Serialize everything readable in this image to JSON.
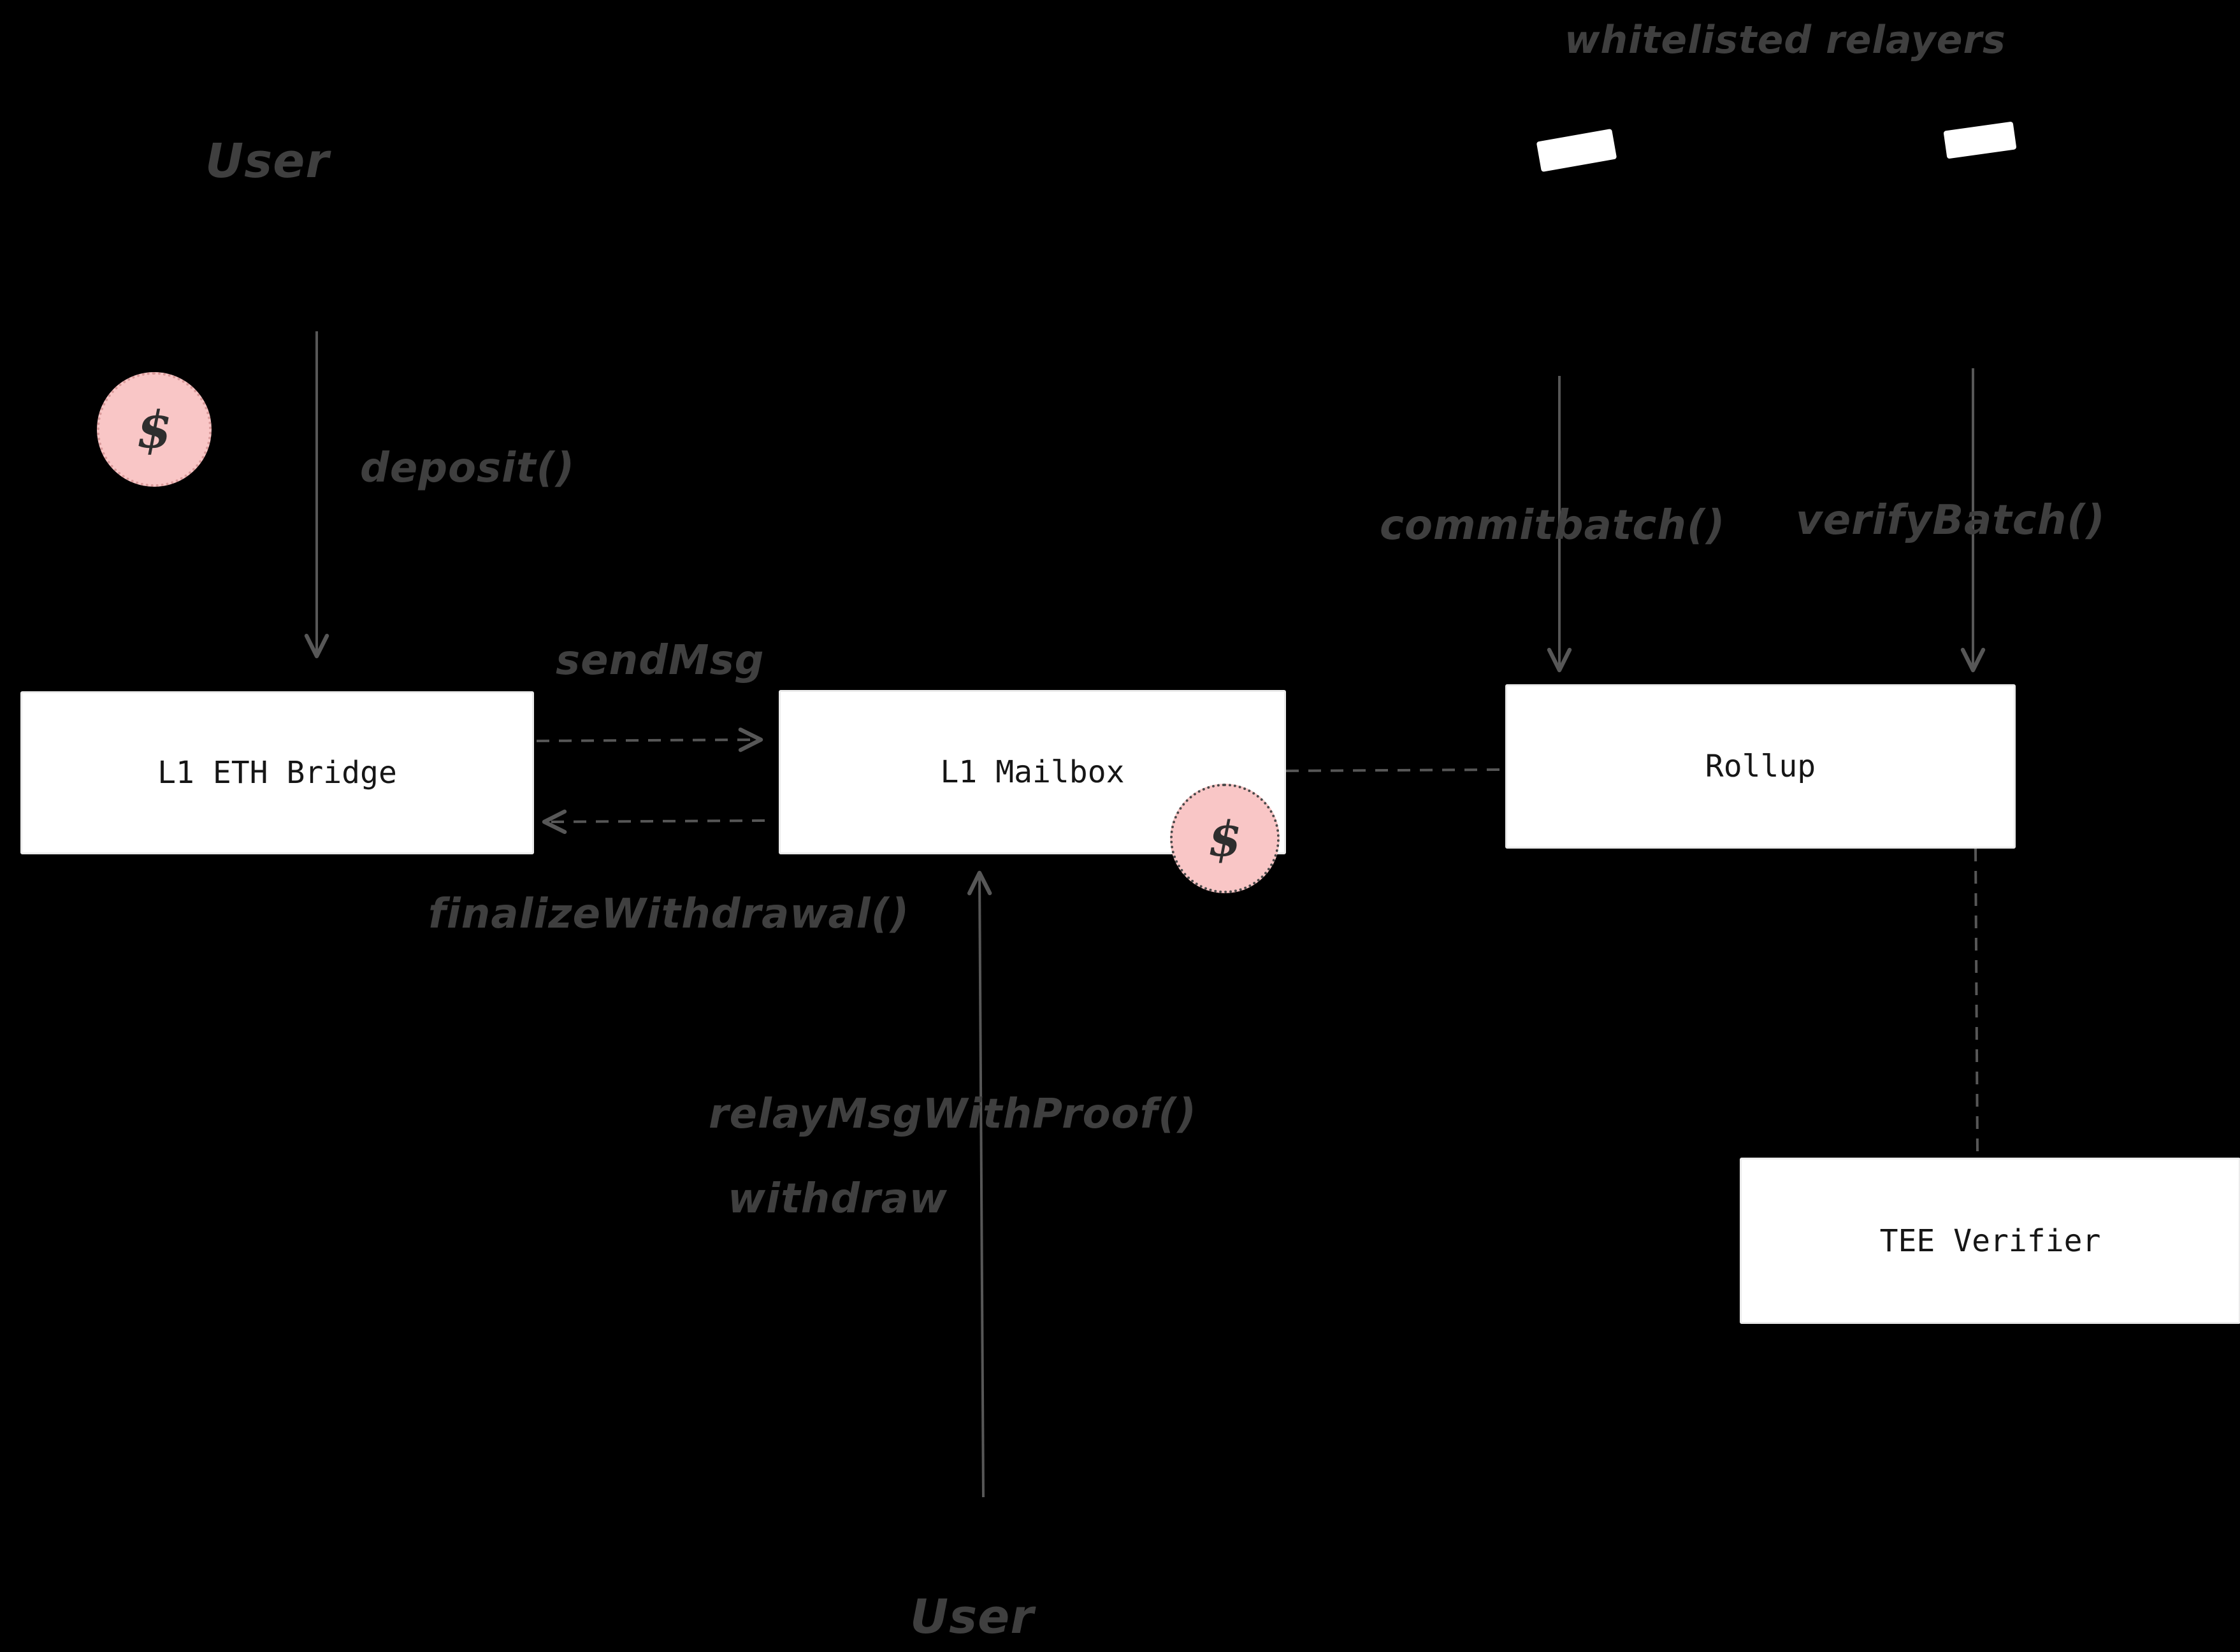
{
  "diagram": {
    "background_color": "#000000",
    "coin_color": "#f9c6c6",
    "line_color": "#575757",
    "label_color": "#3f3f3f",
    "nodes": [
      {
        "id": "l1-eth-bridge",
        "label": "L1 ETH Bridge"
      },
      {
        "id": "l1-mailbox",
        "label": "L1 Mailbox"
      },
      {
        "id": "rollup",
        "label": "Rollup"
      },
      {
        "id": "tee-verifier",
        "label": "TEE Verifier"
      }
    ],
    "labels": {
      "user_top": "User",
      "user_bottom": "User",
      "whitelisted_relayers": "whitelisted relayers",
      "deposit": "deposit()",
      "send_msg": "sendMsg",
      "finalize_withdrawal": "finalizeWithdrawal()",
      "relay_msg_with_proof": "relayMsgWithProof()",
      "withdraw": "withdraw",
      "commit_batch": "commitbatch()",
      "verify_batch": "verifyBatch()",
      "dollar": "$"
    }
  }
}
